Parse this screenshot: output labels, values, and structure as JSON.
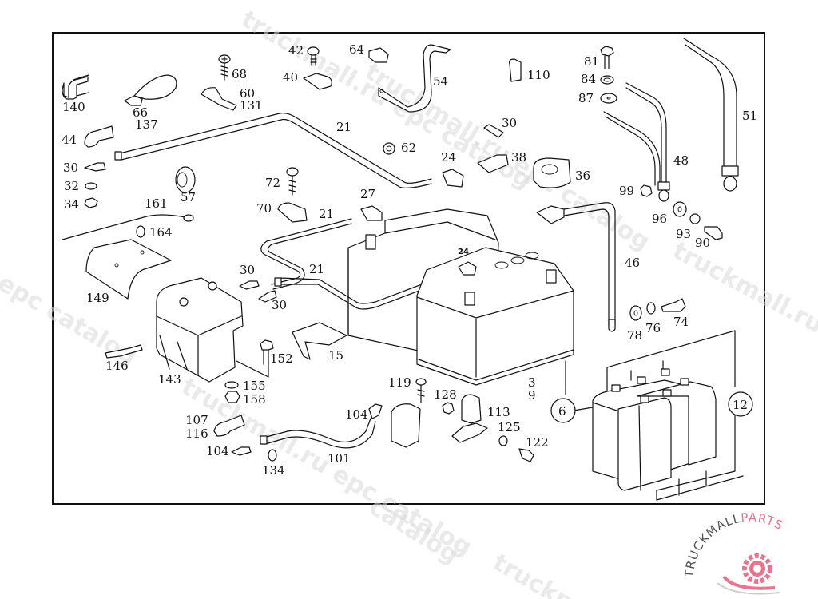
{
  "diagram": {
    "title": "Battery and battery cables exploded parts view",
    "part_labels": [
      {
        "id": "140",
        "text": "140"
      },
      {
        "id": "66",
        "text": "66"
      },
      {
        "id": "137",
        "text": "137"
      },
      {
        "id": "68",
        "text": "68"
      },
      {
        "id": "60",
        "text": "60"
      },
      {
        "id": "131",
        "text": "131"
      },
      {
        "id": "42",
        "text": "42"
      },
      {
        "id": "40",
        "text": "40"
      },
      {
        "id": "64",
        "text": "64"
      },
      {
        "id": "54",
        "text": "54"
      },
      {
        "id": "110",
        "text": "110"
      },
      {
        "id": "81",
        "text": "81"
      },
      {
        "id": "84",
        "text": "84"
      },
      {
        "id": "87",
        "text": "87"
      },
      {
        "id": "51",
        "text": "51"
      },
      {
        "id": "44",
        "text": "44"
      },
      {
        "id": "30a",
        "text": "30"
      },
      {
        "id": "32",
        "text": "32"
      },
      {
        "id": "34",
        "text": "34"
      },
      {
        "id": "21a",
        "text": "21"
      },
      {
        "id": "62",
        "text": "62"
      },
      {
        "id": "30b",
        "text": "30"
      },
      {
        "id": "24a",
        "text": "24"
      },
      {
        "id": "38",
        "text": "38"
      },
      {
        "id": "36",
        "text": "36"
      },
      {
        "id": "48",
        "text": "48"
      },
      {
        "id": "57",
        "text": "57"
      },
      {
        "id": "72",
        "text": "72"
      },
      {
        "id": "27",
        "text": "27"
      },
      {
        "id": "70",
        "text": "70"
      },
      {
        "id": "21b",
        "text": "21"
      },
      {
        "id": "161",
        "text": "161"
      },
      {
        "id": "164",
        "text": "164"
      },
      {
        "id": "99",
        "text": "99"
      },
      {
        "id": "96",
        "text": "96"
      },
      {
        "id": "93",
        "text": "93"
      },
      {
        "id": "90",
        "text": "90"
      },
      {
        "id": "30c",
        "text": "30"
      },
      {
        "id": "21c",
        "text": "21"
      },
      {
        "id": "24b",
        "text": "24"
      },
      {
        "id": "46",
        "text": "46"
      },
      {
        "id": "149",
        "text": "149"
      },
      {
        "id": "30d",
        "text": "30"
      },
      {
        "id": "78",
        "text": "78"
      },
      {
        "id": "76",
        "text": "76"
      },
      {
        "id": "74",
        "text": "74"
      },
      {
        "id": "146",
        "text": "146"
      },
      {
        "id": "152",
        "text": "152"
      },
      {
        "id": "15",
        "text": "15"
      },
      {
        "id": "143",
        "text": "143"
      },
      {
        "id": "155",
        "text": "155"
      },
      {
        "id": "158",
        "text": "158"
      },
      {
        "id": "119",
        "text": "119"
      },
      {
        "id": "3",
        "text": "3"
      },
      {
        "id": "9",
        "text": "9"
      },
      {
        "id": "128",
        "text": "128"
      },
      {
        "id": "6",
        "text": "6"
      },
      {
        "id": "12",
        "text": "12"
      },
      {
        "id": "104a",
        "text": "104"
      },
      {
        "id": "113",
        "text": "113"
      },
      {
        "id": "107",
        "text": "107"
      },
      {
        "id": "116",
        "text": "116"
      },
      {
        "id": "125",
        "text": "125"
      },
      {
        "id": "104b",
        "text": "104"
      },
      {
        "id": "101",
        "text": "101"
      },
      {
        "id": "122",
        "text": "122"
      },
      {
        "id": "134",
        "text": "134"
      }
    ]
  },
  "watermarks": [
    "truckmall.ru epc catalog",
    "truckmall.ru epc catalog",
    "truckmall.ru epc catalog",
    "epc catalog",
    "truckmall.ru epc catalog",
    "catalog",
    "truckm"
  ],
  "logo": {
    "text_left": "TRUCKMALL",
    "text_right": "PARTS",
    "accent_color": "#e8748f",
    "text_color": "#555555"
  }
}
